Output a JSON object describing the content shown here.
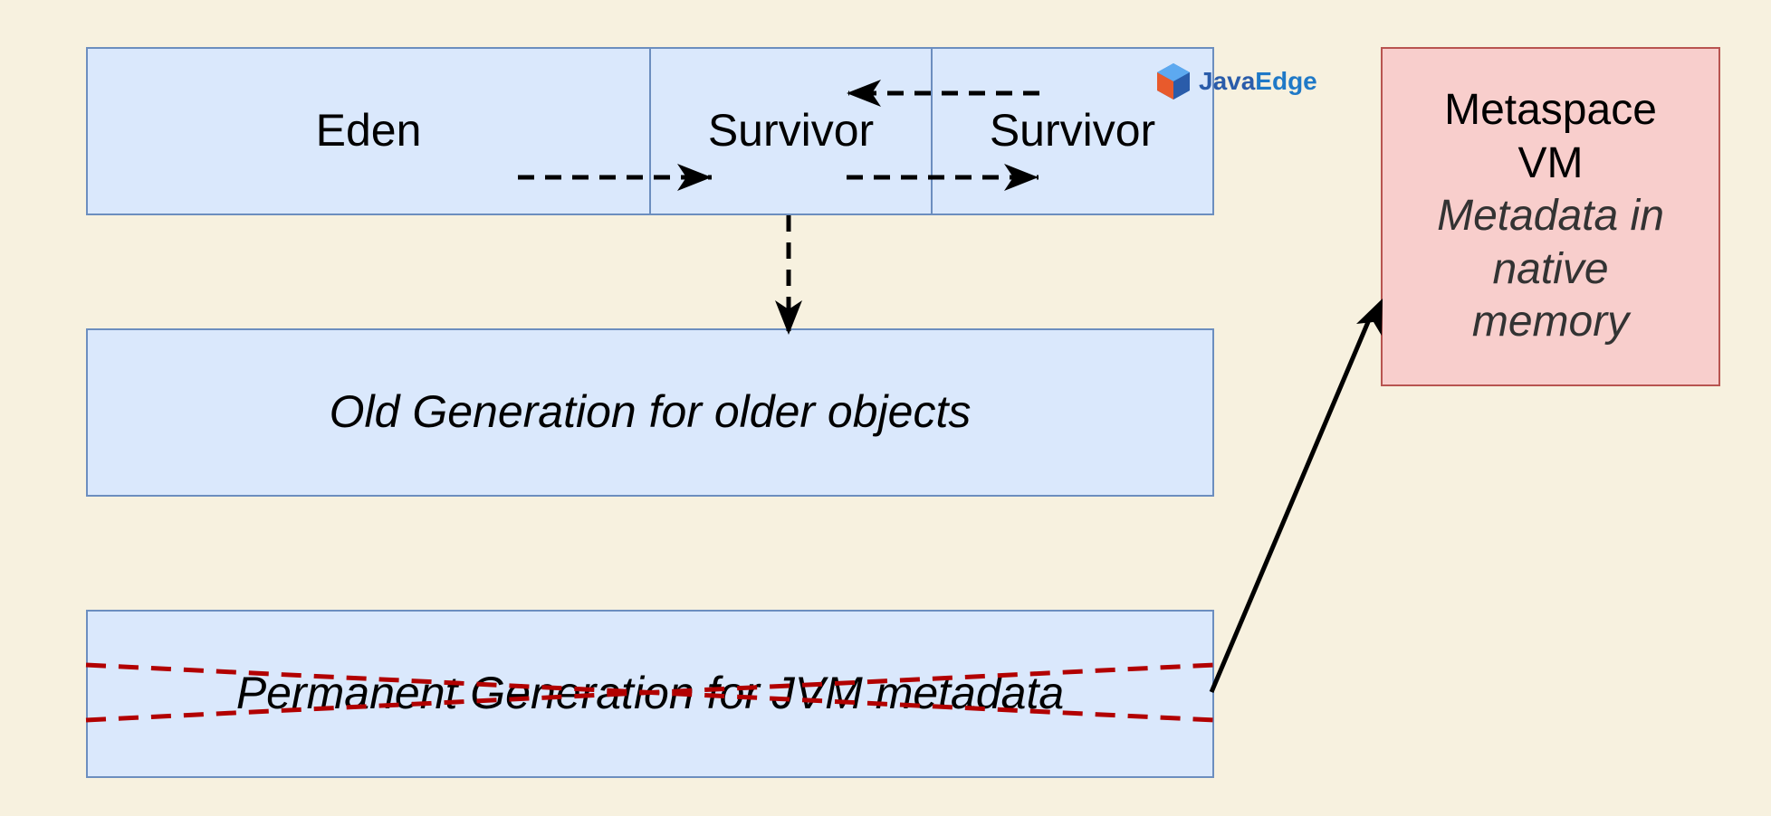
{
  "generation": {
    "eden": "Eden",
    "survivor_1": "Survivor",
    "survivor_2": "Survivor",
    "old": "Old Generation for older objects",
    "perm": "Permanent Generation for JVM metadata"
  },
  "metaspace": {
    "line1": "Metaspace",
    "line2": "VM",
    "detail": [
      "Metadata in",
      "native",
      "memory"
    ]
  },
  "logo": {
    "part1": "Java",
    "part2": "Edge"
  },
  "colors": {
    "background": "#F7F1DF",
    "heap_fill": "#DAE8FC",
    "heap_stroke": "#6C8EBF",
    "meta_fill": "#F8CECC",
    "meta_stroke": "#B85450",
    "strike": "#B20000"
  }
}
